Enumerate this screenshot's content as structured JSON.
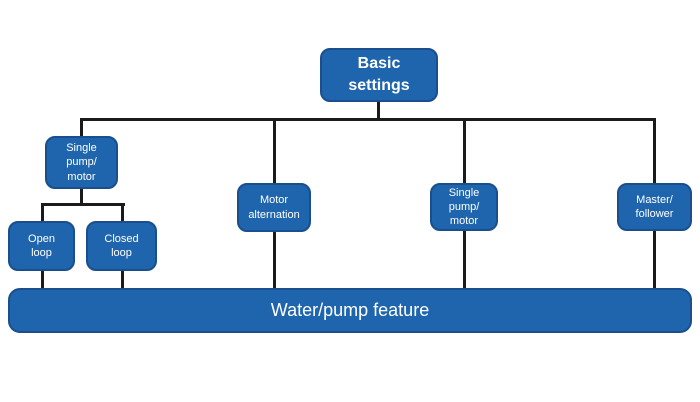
{
  "diagram": {
    "title": "Basic settings feature tree",
    "colors": {
      "node_fill": "#1f65ae",
      "node_border": "#1a4e8c",
      "connector": "#1b1b1b",
      "text": "#ffffff",
      "background": "#ffffff"
    },
    "nodes": {
      "basic_settings": "Basic\nsettings",
      "single_pump_motor_left": "Single\npump/\nmotor",
      "open_loop": "Open\nloop",
      "closed_loop": "Closed\nloop",
      "motor_alternation": "Motor\nalternation",
      "single_pump_motor_right": "Single\npump/\nmotor",
      "master_follower": "Master/\nfollower",
      "water_pump_feature": "Water/pump feature"
    },
    "edges": [
      "basic_settings -> single_pump_motor_left",
      "basic_settings -> motor_alternation",
      "basic_settings -> single_pump_motor_right",
      "basic_settings -> master_follower",
      "single_pump_motor_left -> open_loop",
      "single_pump_motor_left -> closed_loop",
      "open_loop -> water_pump_feature",
      "closed_loop -> water_pump_feature",
      "motor_alternation -> water_pump_feature",
      "single_pump_motor_right -> water_pump_feature",
      "master_follower -> water_pump_feature"
    ]
  }
}
